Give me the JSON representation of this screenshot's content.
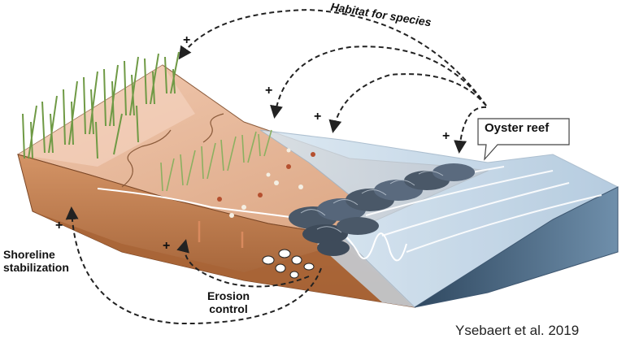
{
  "labels": {
    "habitat": "Habitat for species",
    "shoreline_line1": "Shoreline",
    "shoreline_line2": "stabilization",
    "erosion_line1": "Erosion",
    "erosion_line2": "control",
    "oyster_reef": "Oyster reef",
    "credit": "Ysebaert et al. 2019"
  },
  "plus_sign": "+",
  "colors": {
    "soil_top": "#e7b79a",
    "soil_side": "#c98a5e",
    "soil_dark": "#a05f34",
    "water": "#bcd2e4",
    "water_side": "#4d6f8c",
    "reef": "#4a5868",
    "grass": "#6f9a45",
    "arrow": "#222222"
  }
}
